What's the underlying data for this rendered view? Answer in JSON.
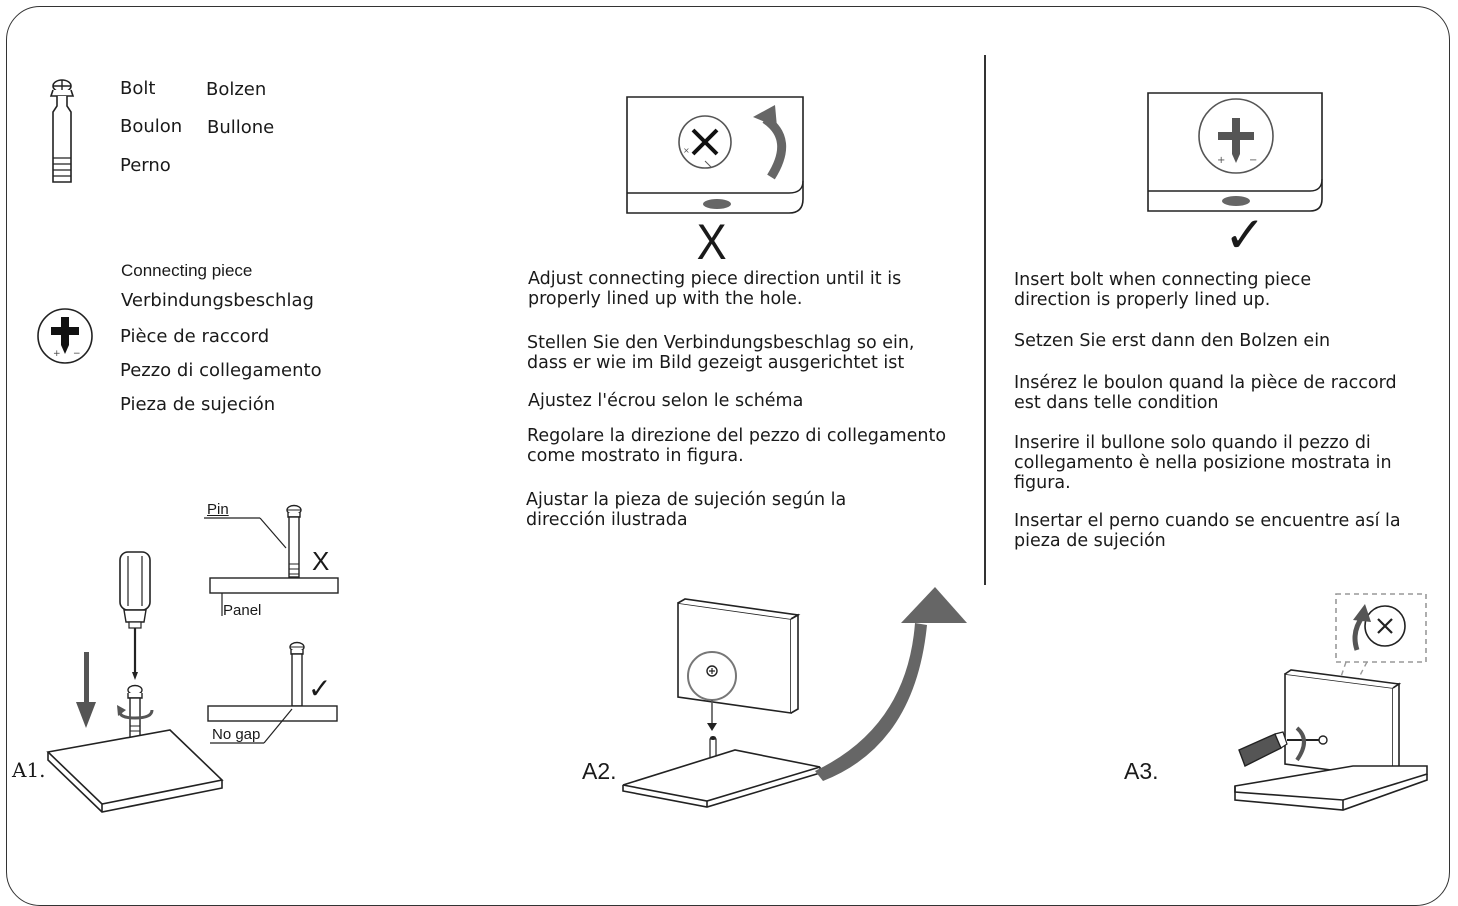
{
  "bolt_names": {
    "col1": [
      "Bolt",
      "Boulon",
      "Perno"
    ],
    "col2": [
      "Bolzen",
      "Bullone"
    ]
  },
  "connecting_piece_names": [
    "Connecting piece",
    "Verbindungsbeschlag",
    "Pièce de raccord",
    "Pezzo di collegamento",
    "Pieza de sujeción"
  ],
  "a1": {
    "step_label": "A1.",
    "pin_label": "Pin",
    "panel_label": "Panel",
    "no_gap_label": "No gap",
    "wrong_mark": "X",
    "right_mark": "✓"
  },
  "a2": {
    "step_label": "A2.",
    "wrong_mark": "X",
    "instructions": [
      [
        "Adjust connecting piece direction until it is",
        "properly lined up with the hole."
      ],
      [
        "Stellen Sie den Verbindungsbeschlag so ein,",
        "dass er wie im Bild gezeigt ausgerichtet ist"
      ],
      [
        "Ajustez l'écrou selon le schéma"
      ],
      [
        "Regolare la direzione del pezzo di collegamento",
        "come mostrato in figura."
      ],
      [
        "Ajustar la pieza de sujeción según la",
        "dirección ilustrada"
      ]
    ]
  },
  "a3": {
    "step_label": "A3.",
    "right_mark": "✓",
    "instructions": [
      [
        "Insert bolt when connecting piece",
        "direction is properly lined up."
      ],
      [
        "Setzen Sie erst dann den Bolzen ein"
      ],
      [
        "Insérez le boulon quand la pièce de raccord",
        "est dans telle condition"
      ],
      [
        "Inserire il bullone solo quando il pezzo di",
        "collegamento è nella posizione mostrata in",
        "figura."
      ],
      [
        "Insertar el perno cuando se encuentre así la",
        "pieza de sujeción"
      ]
    ]
  }
}
